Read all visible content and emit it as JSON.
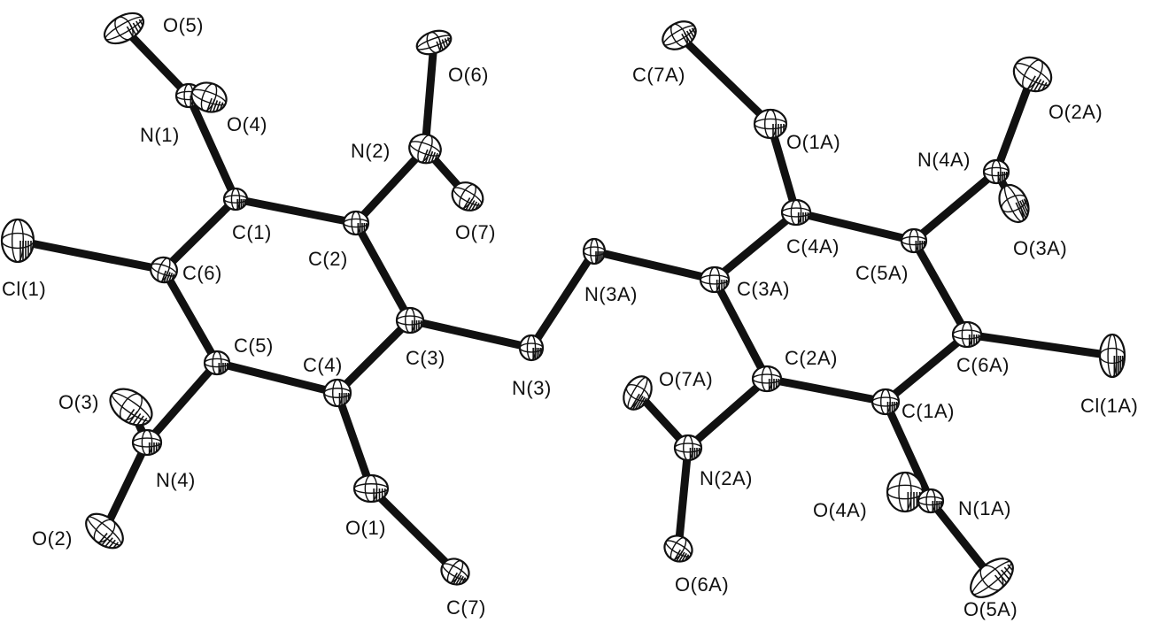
{
  "atoms": [
    {
      "id": "O5",
      "label": "O(5)"
    },
    {
      "id": "O6",
      "label": "O(6)"
    },
    {
      "id": "N1",
      "label": "N(1)"
    },
    {
      "id": "O4",
      "label": "O(4)"
    },
    {
      "id": "N2",
      "label": "N(2)"
    },
    {
      "id": "C1",
      "label": "C(1)"
    },
    {
      "id": "C2",
      "label": "C(2)"
    },
    {
      "id": "O7",
      "label": "O(7)"
    },
    {
      "id": "Cl1",
      "label": "Cl(1)"
    },
    {
      "id": "C6",
      "label": "C(6)"
    },
    {
      "id": "C3",
      "label": "C(3)"
    },
    {
      "id": "C5",
      "label": "C(5)"
    },
    {
      "id": "C4",
      "label": "C(4)"
    },
    {
      "id": "N3",
      "label": "N(3)"
    },
    {
      "id": "O3",
      "label": "O(3)"
    },
    {
      "id": "N4",
      "label": "N(4)"
    },
    {
      "id": "O1",
      "label": "O(1)"
    },
    {
      "id": "O2",
      "label": "O(2)"
    },
    {
      "id": "C7",
      "label": "C(7)"
    },
    {
      "id": "C7A",
      "label": "C(7A)"
    },
    {
      "id": "O2A",
      "label": "O(2A)"
    },
    {
      "id": "O1A",
      "label": "O(1A)"
    },
    {
      "id": "N4A",
      "label": "N(4A)"
    },
    {
      "id": "C4A",
      "label": "C(4A)"
    },
    {
      "id": "O3A",
      "label": "O(3A)"
    },
    {
      "id": "C5A",
      "label": "C(5A)"
    },
    {
      "id": "N3A",
      "label": "N(3A)"
    },
    {
      "id": "C3A",
      "label": "C(3A)"
    },
    {
      "id": "C6A",
      "label": "C(6A)"
    },
    {
      "id": "C2A",
      "label": "C(2A)"
    },
    {
      "id": "O7A",
      "label": "O(7A)"
    },
    {
      "id": "Cl1A",
      "label": "Cl(1A)"
    },
    {
      "id": "C1A",
      "label": "C(1A)"
    },
    {
      "id": "N2A",
      "label": "N(2A)"
    },
    {
      "id": "O4A",
      "label": "O(4A)"
    },
    {
      "id": "N1A",
      "label": "N(1A)"
    },
    {
      "id": "O6A",
      "label": "O(6A)"
    },
    {
      "id": "O5A",
      "label": "O(5A)"
    }
  ],
  "bonds": [
    [
      "O5",
      "N1"
    ],
    [
      "N1",
      "O4"
    ],
    [
      "N1",
      "C1"
    ],
    [
      "C1",
      "C2"
    ],
    [
      "C1",
      "C6"
    ],
    [
      "C2",
      "N2"
    ],
    [
      "N2",
      "O6"
    ],
    [
      "N2",
      "O7"
    ],
    [
      "C2",
      "C3"
    ],
    [
      "C6",
      "Cl1"
    ],
    [
      "C6",
      "C5"
    ],
    [
      "C5",
      "C4"
    ],
    [
      "C4",
      "C3"
    ],
    [
      "C5",
      "N4"
    ],
    [
      "N4",
      "O3"
    ],
    [
      "N4",
      "O2"
    ],
    [
      "C4",
      "O1"
    ],
    [
      "O1",
      "C7"
    ],
    [
      "C3",
      "N3"
    ],
    [
      "N3",
      "N3A"
    ],
    [
      "N3A",
      "C3A"
    ],
    [
      "C3A",
      "C4A"
    ],
    [
      "C3A",
      "C2A"
    ],
    [
      "C4A",
      "O1A"
    ],
    [
      "O1A",
      "C7A"
    ],
    [
      "C4A",
      "C5A"
    ],
    [
      "C5A",
      "N4A"
    ],
    [
      "N4A",
      "O2A"
    ],
    [
      "N4A",
      "O3A"
    ],
    [
      "C5A",
      "C6A"
    ],
    [
      "C6A",
      "Cl1A"
    ],
    [
      "C6A",
      "C1A"
    ],
    [
      "C1A",
      "C2A"
    ],
    [
      "C2A",
      "N2A"
    ],
    [
      "N2A",
      "O7A"
    ],
    [
      "N2A",
      "O6A"
    ],
    [
      "C1A",
      "N1A"
    ],
    [
      "N1A",
      "O4A"
    ],
    [
      "N1A",
      "O5A"
    ]
  ]
}
